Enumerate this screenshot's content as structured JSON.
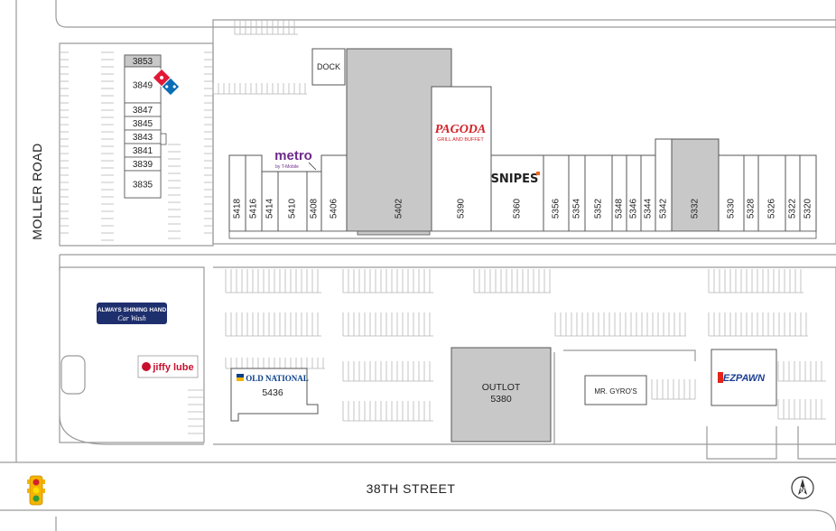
{
  "roads": {
    "west": "MOLLER ROAD",
    "south": "38TH STREET"
  },
  "west_building_units": [
    "3853",
    "3849",
    "3847",
    "3845",
    "3843",
    "3841",
    "3839",
    "3835"
  ],
  "main_building_units": [
    "5418",
    "5416",
    "5414",
    "5410",
    "5408",
    "5406",
    "5402",
    "5390",
    "5360",
    "5356",
    "5354",
    "5352",
    "5348",
    "5346",
    "5344",
    "5342",
    "5332",
    "5330",
    "5328",
    "5326",
    "5322",
    "5320"
  ],
  "labels": {
    "dock": "DOCK",
    "outlot": "OUTLOT",
    "outlot_number": "5380",
    "old_national_number": "5436",
    "mr_gyros": "MR. GYRO'S",
    "compass": "N"
  },
  "logos": {
    "metro": "metro",
    "metro_sub": "by T-Mobile",
    "pagoda": "PAGODA",
    "pagoda_sub": "GRILL AND BUFFET",
    "snipes": "SNIPES",
    "always_shining_1": "ALWAYS SHINING HAND",
    "always_shining_2": "Car Wash",
    "jiffy_lube": "jiffy lube",
    "old_national": "OLD NATIONAL",
    "ez_pawn": "EZPAWN"
  },
  "colors": {
    "anchor_gray": "#c8c8c8",
    "outline": "#555555",
    "road_line": "#9a9a9a",
    "pagoda_red": "#d2232a",
    "metro_purple": "#6d2b8a",
    "dominos_blue": "#0b6db5",
    "dominos_red": "#e31837",
    "old_national_blue": "#0a3f8a",
    "ezpawn_red": "#e2231a",
    "ezpawn_blue": "#1c3f94"
  },
  "icons": [
    "dominos-logo-icon",
    "traffic-light-icon",
    "compass-north-icon"
  ]
}
